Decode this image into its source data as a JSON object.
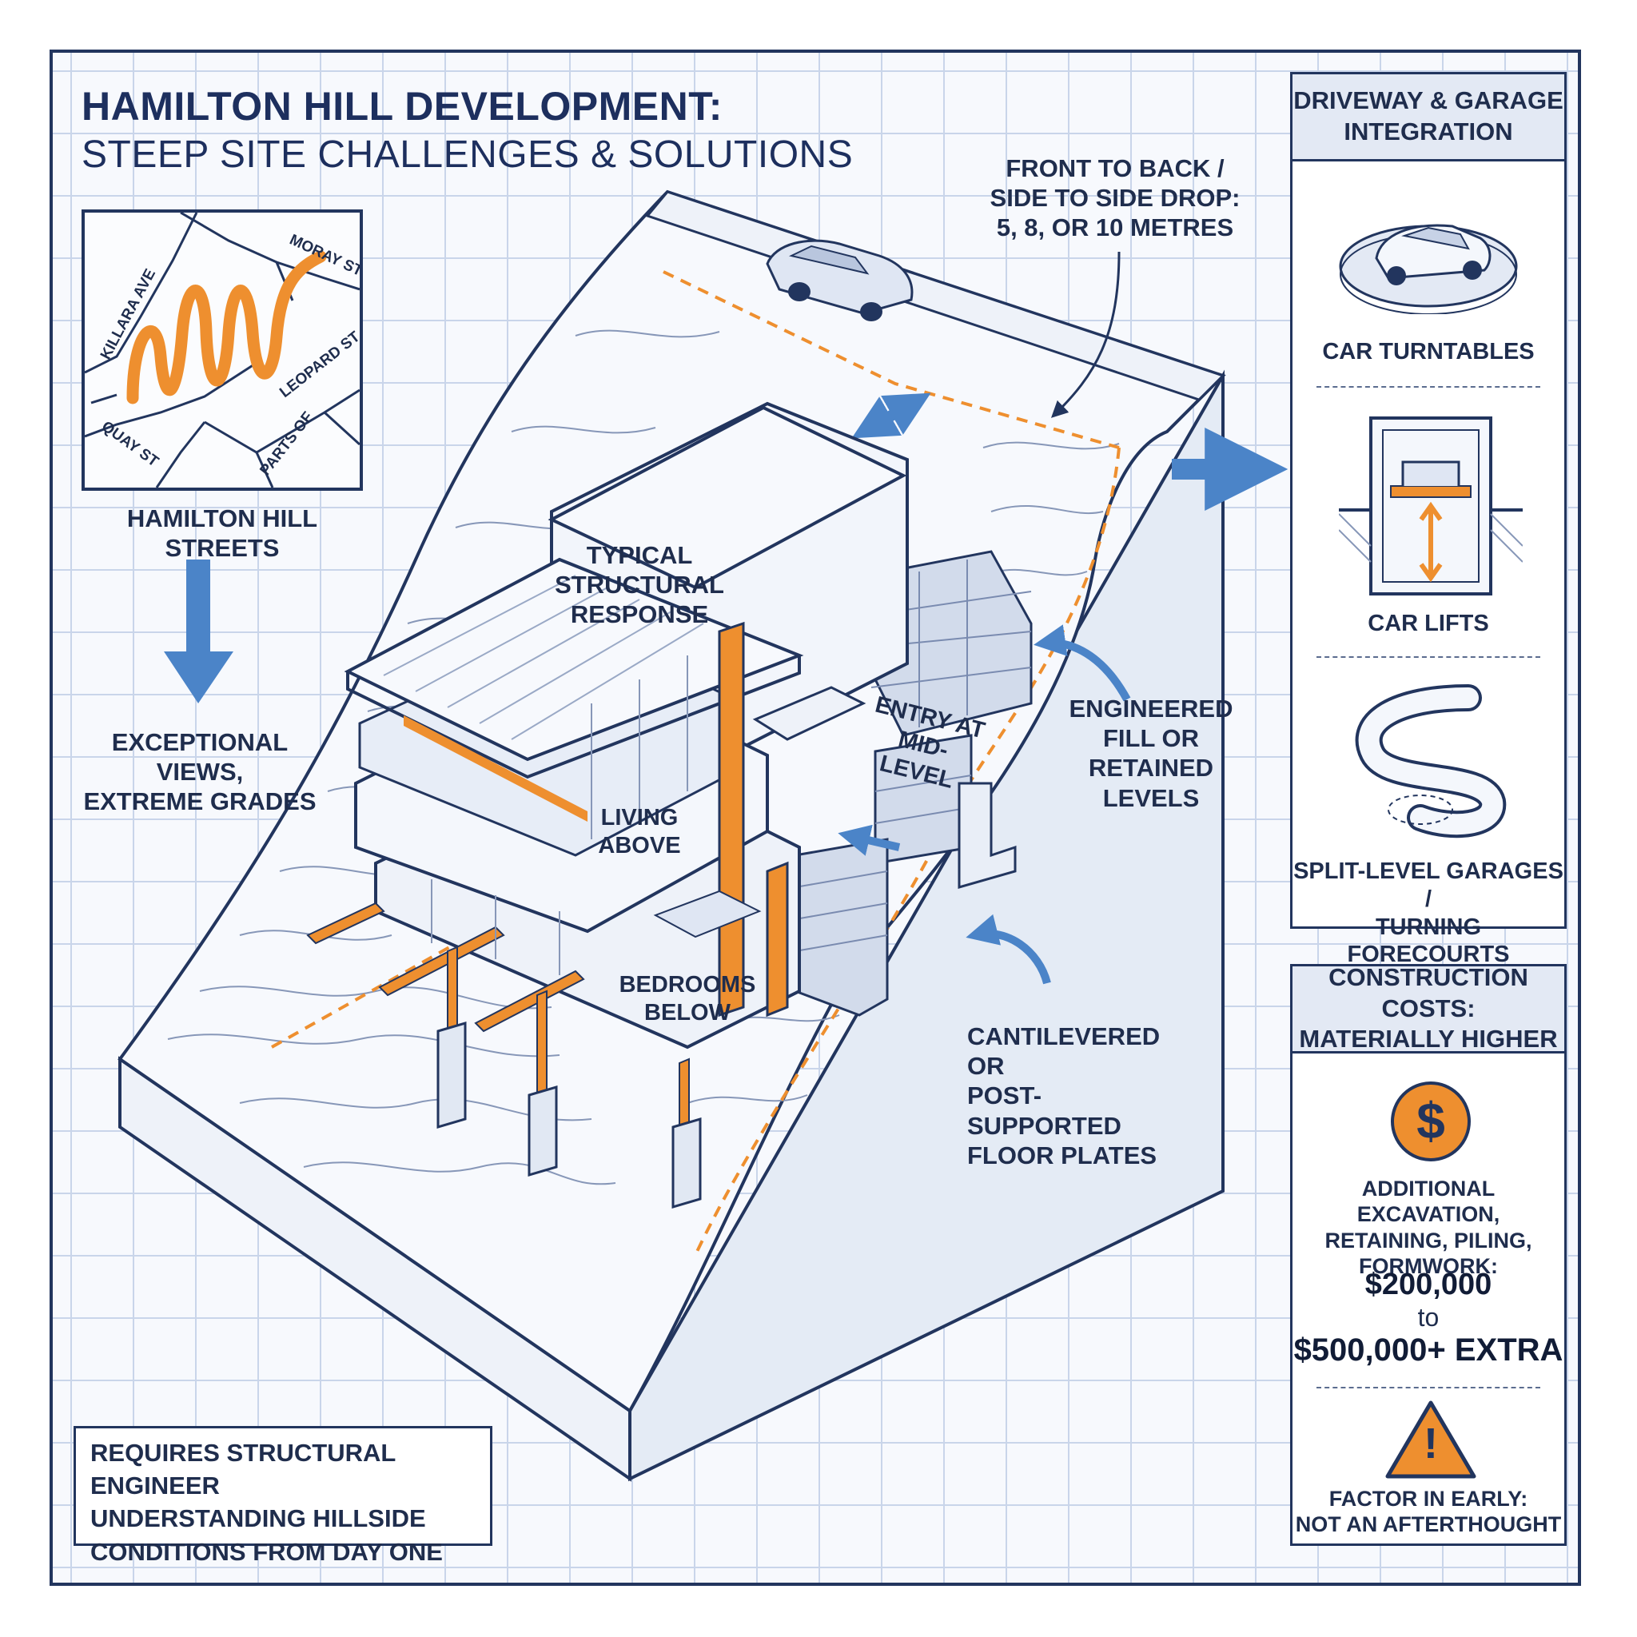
{
  "header": {
    "title": "HAMILTON HILL DEVELOPMENT:",
    "subtitle": "STEEP SITE CHALLENGES & SOLUTIONS"
  },
  "map": {
    "streets": [
      "MORAY ST",
      "KILLARA AVE",
      "LEOPARD ST",
      "QUAY ST",
      "PARTS OF"
    ],
    "caption": "HAMILTON HILL STREETS"
  },
  "views_label": "EXCEPTIONAL VIEWS,\nEXTREME GRADES",
  "callouts": {
    "drop": "FRONT TO BACK /\nSIDE TO SIDE DROP:\n5, 8, OR 10 METRES",
    "structural": "TYPICAL\nSTRUCTURAL\nRESPONSE",
    "entry": "ENTRY AT\nMID-LEVEL",
    "fill": "ENGINEERED\nFILL OR\nRETAINED\nLEVELS",
    "living": "LIVING\nABOVE",
    "bedrooms": "BEDROOMS\nBELOW",
    "cantilever": "CANTILEVERED OR\nPOST-SUPPORTED\nFLOOR PLATES"
  },
  "note": "REQUIRES STRUCTURAL ENGINEER\nUNDERSTANDING HILLSIDE\nCONDITIONS FROM DAY ONE",
  "garage_panel": {
    "heading": "DRIVEWAY & GARAGE\nINTEGRATION",
    "items": [
      {
        "label": "CAR TURNTABLES",
        "icon": "car-turntable-icon"
      },
      {
        "label": "CAR LIFTS",
        "icon": "car-lift-icon"
      },
      {
        "label": "SPLIT-LEVEL GARAGES /\nTURNING FORECOURTS",
        "icon": "winding-driveway-icon"
      }
    ]
  },
  "cost_panel": {
    "heading": "CONSTRUCTION COSTS:\nMATERIALLY HIGHER",
    "dollar_symbol": "$",
    "description": "ADDITIONAL EXCAVATION,\nRETAINING, PILING,\nFORMWORK:",
    "range_low": "$200,000",
    "range_to": "to",
    "range_high": "$500,000+ EXTRA",
    "warning_symbol": "!",
    "warning_text": "FACTOR IN EARLY:\nNOT AN AFTERTHOUGHT"
  },
  "colors": {
    "navy": "#22355e",
    "accent_orange": "#ee8f2f",
    "arrow_blue": "#4b84c8",
    "panel_head": "#e3e9f4",
    "grid": "#c9d5ea"
  }
}
